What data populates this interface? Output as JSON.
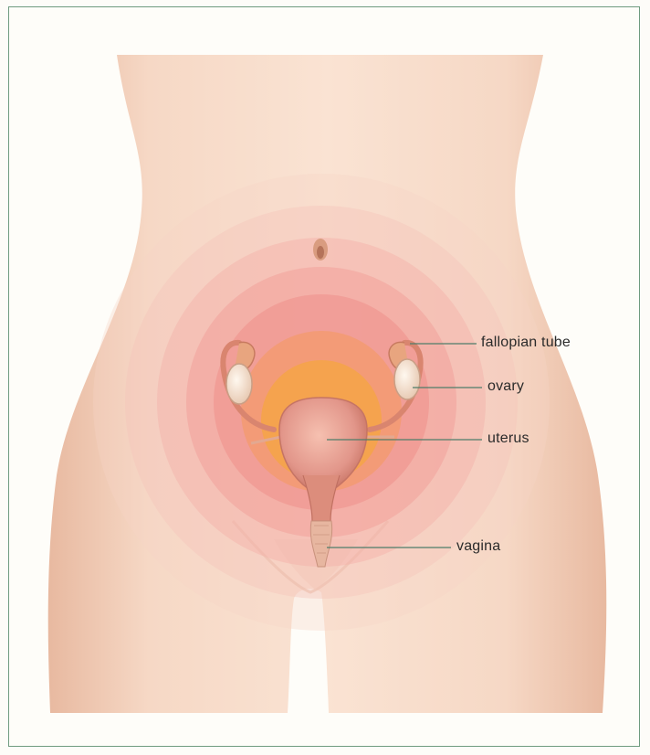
{
  "diagram": {
    "labels": {
      "fallopian_tube": "fallopian tube",
      "ovary": "ovary",
      "uterus": "uterus",
      "vagina": "vagina"
    },
    "colors": {
      "skin": "#f6d9c6",
      "skin_shadow": "#e9bea6",
      "glow_outer": "#f7c6c0",
      "glow_inner": "#f0908a",
      "glow_core": "#f2a24a",
      "organ": "#e79a8c",
      "leader_line": "#4e7d6a"
    }
  }
}
